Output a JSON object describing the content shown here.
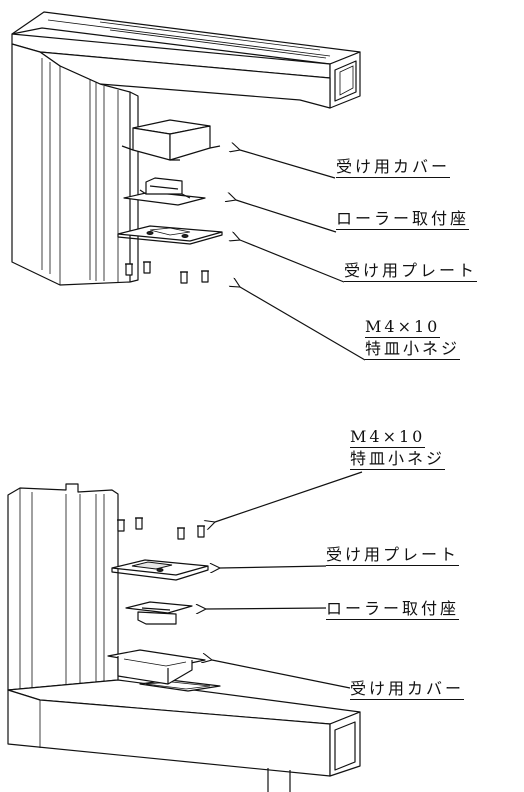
{
  "top": {
    "cover": "受け用カバー",
    "roller_seat": "ローラー取付座",
    "plate": "受け用プレート",
    "screw_size": "M4×10",
    "screw_type": "特皿小ネジ"
  },
  "bottom": {
    "screw_size": "M4×10",
    "screw_type": "特皿小ネジ",
    "plate": "受け用プレート",
    "roller_seat": "ローラー取付座",
    "cover": "受け用カバー"
  }
}
